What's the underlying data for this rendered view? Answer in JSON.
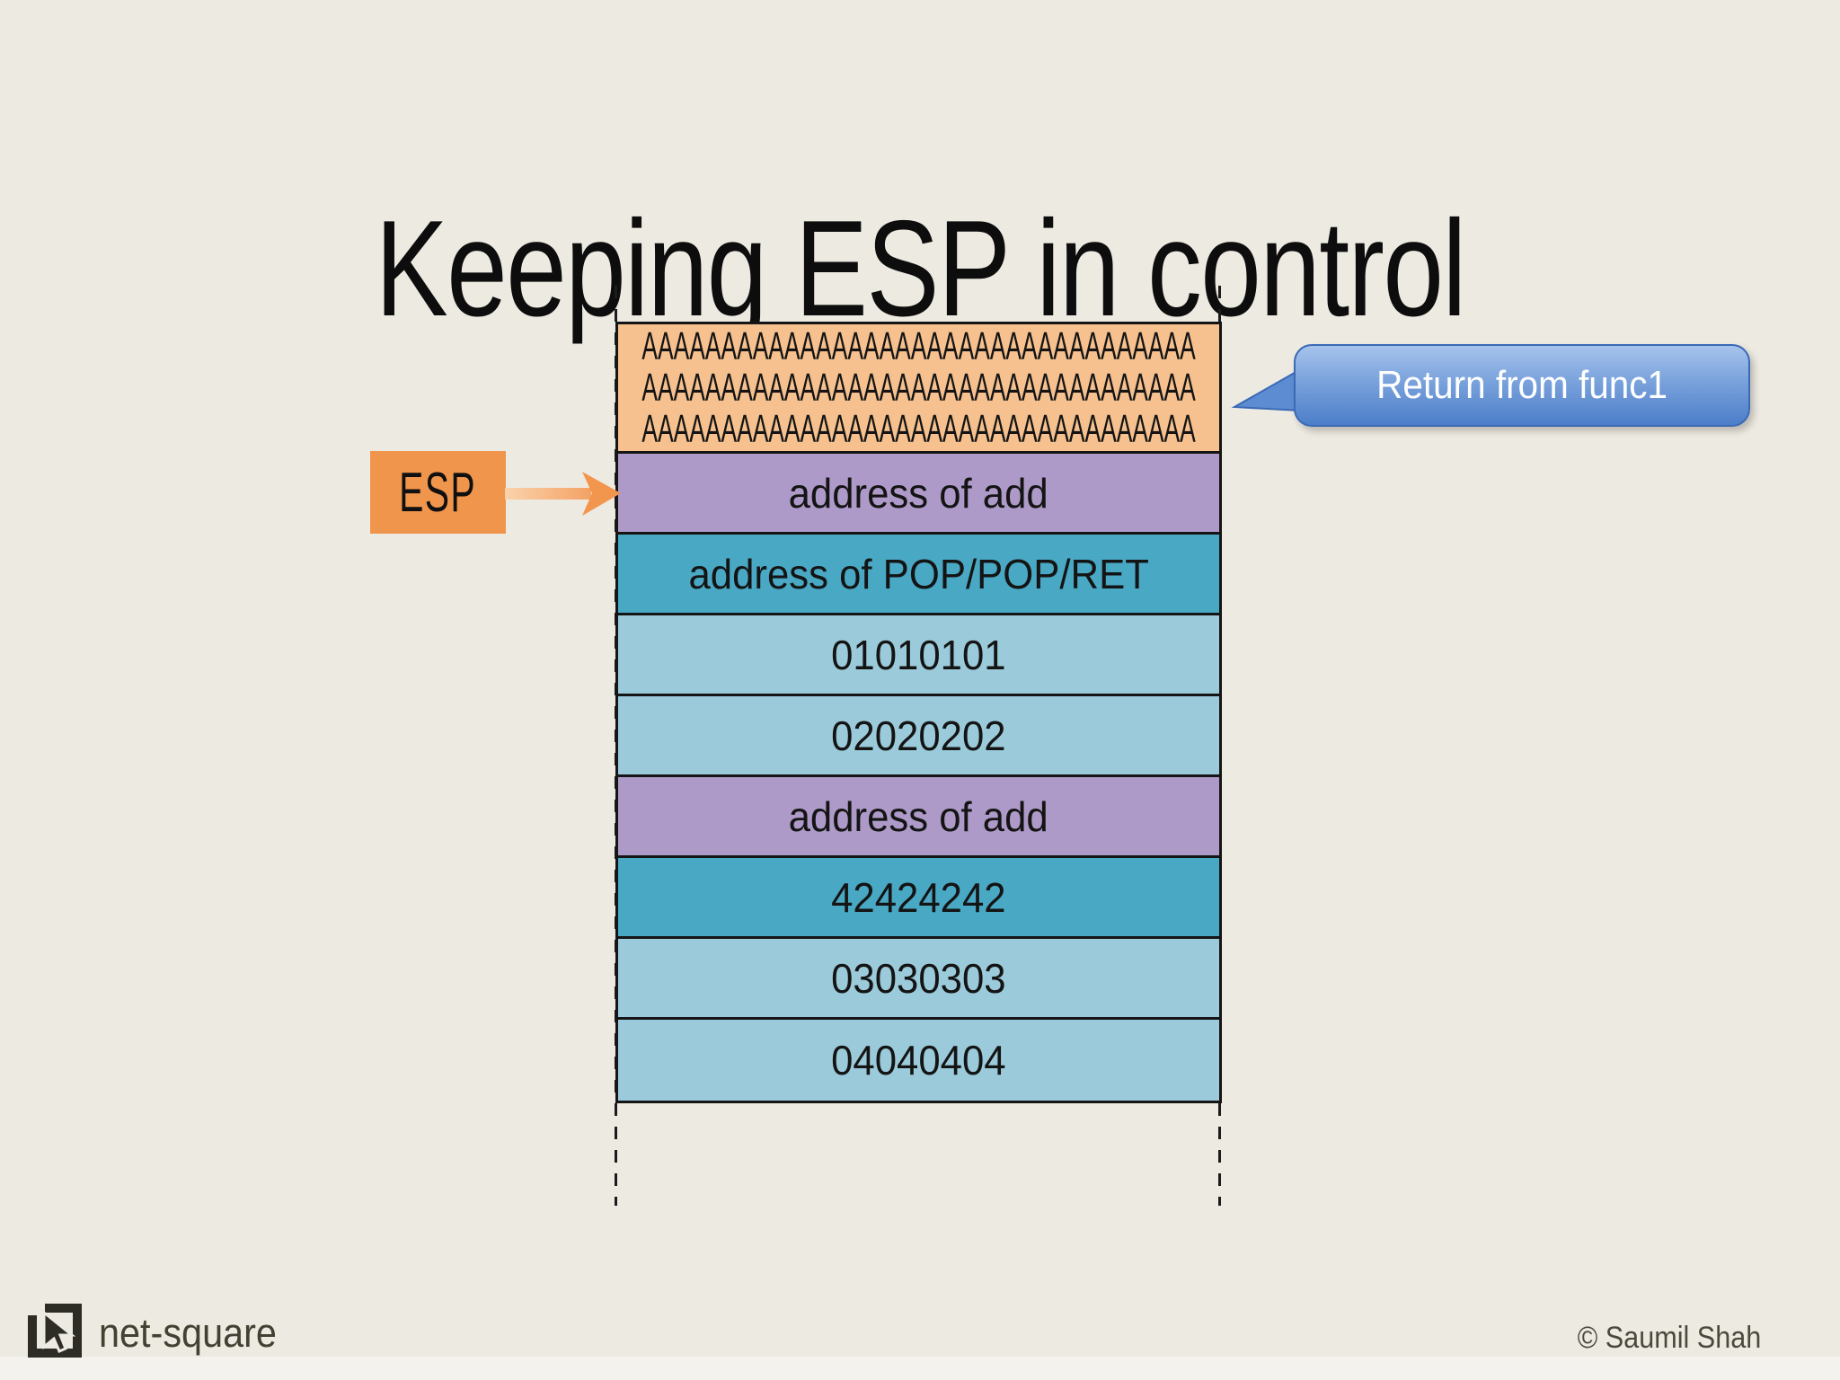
{
  "title": "Keeping ESP in control",
  "esp": {
    "label": "ESP"
  },
  "callout": {
    "text": "Return from func1"
  },
  "stack": {
    "rows": [
      {
        "kind": "overflow",
        "lines": [
          "AAAAAAAAAAAAAAAAAAAAAAAAAAAAAAAAAAA",
          "AAAAAAAAAAAAAAAAAAAAAAAAAAAAAAAAAAA",
          "AAAAAAAAAAAAAAAAAAAAAAAAAAAAAAAAAAA"
        ],
        "color": "#F6C18E"
      },
      {
        "kind": "cell",
        "label": "address of add",
        "color": "#AD9AC8"
      },
      {
        "kind": "cell",
        "label": "address of POP/POP/RET",
        "color": "#49A8C4"
      },
      {
        "kind": "cell",
        "label": "01010101",
        "color": "#9BCBDB"
      },
      {
        "kind": "cell",
        "label": "02020202",
        "color": "#9BCBDB"
      },
      {
        "kind": "cell",
        "label": "address of add",
        "color": "#AD9AC8"
      },
      {
        "kind": "cell",
        "label": "42424242",
        "color": "#49A8C4"
      },
      {
        "kind": "cell",
        "label": "03030303",
        "color": "#9BCBDB"
      },
      {
        "kind": "cell",
        "label": "04040404",
        "color": "#9BCBDB"
      }
    ]
  },
  "footer": {
    "brand": "net-square",
    "copyright": "© Saumil Shah"
  },
  "colors": {
    "background": "#EDEAE2",
    "title_text": "#0D0D0D",
    "row_border": "#151515",
    "esp_orange": "#F0954C",
    "arrow_shaft_light": "#FAD2AC",
    "arrow_orange": "#F2964E",
    "callout_top": "#A6C3EC",
    "callout_bottom": "#4C7EC9",
    "callout_border": "#3A6AB5",
    "callout_text": "#FFFFFF",
    "footer_text": "#45453A"
  }
}
